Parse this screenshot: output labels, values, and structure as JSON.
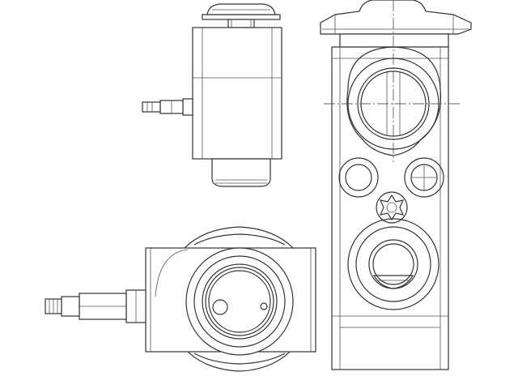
{
  "drawing": {
    "subject": "",
    "line_color": "#333333",
    "background": "#ffffff",
    "views": [
      {
        "name": "top-view"
      },
      {
        "name": "front-view"
      },
      {
        "name": "side-view"
      }
    ]
  }
}
